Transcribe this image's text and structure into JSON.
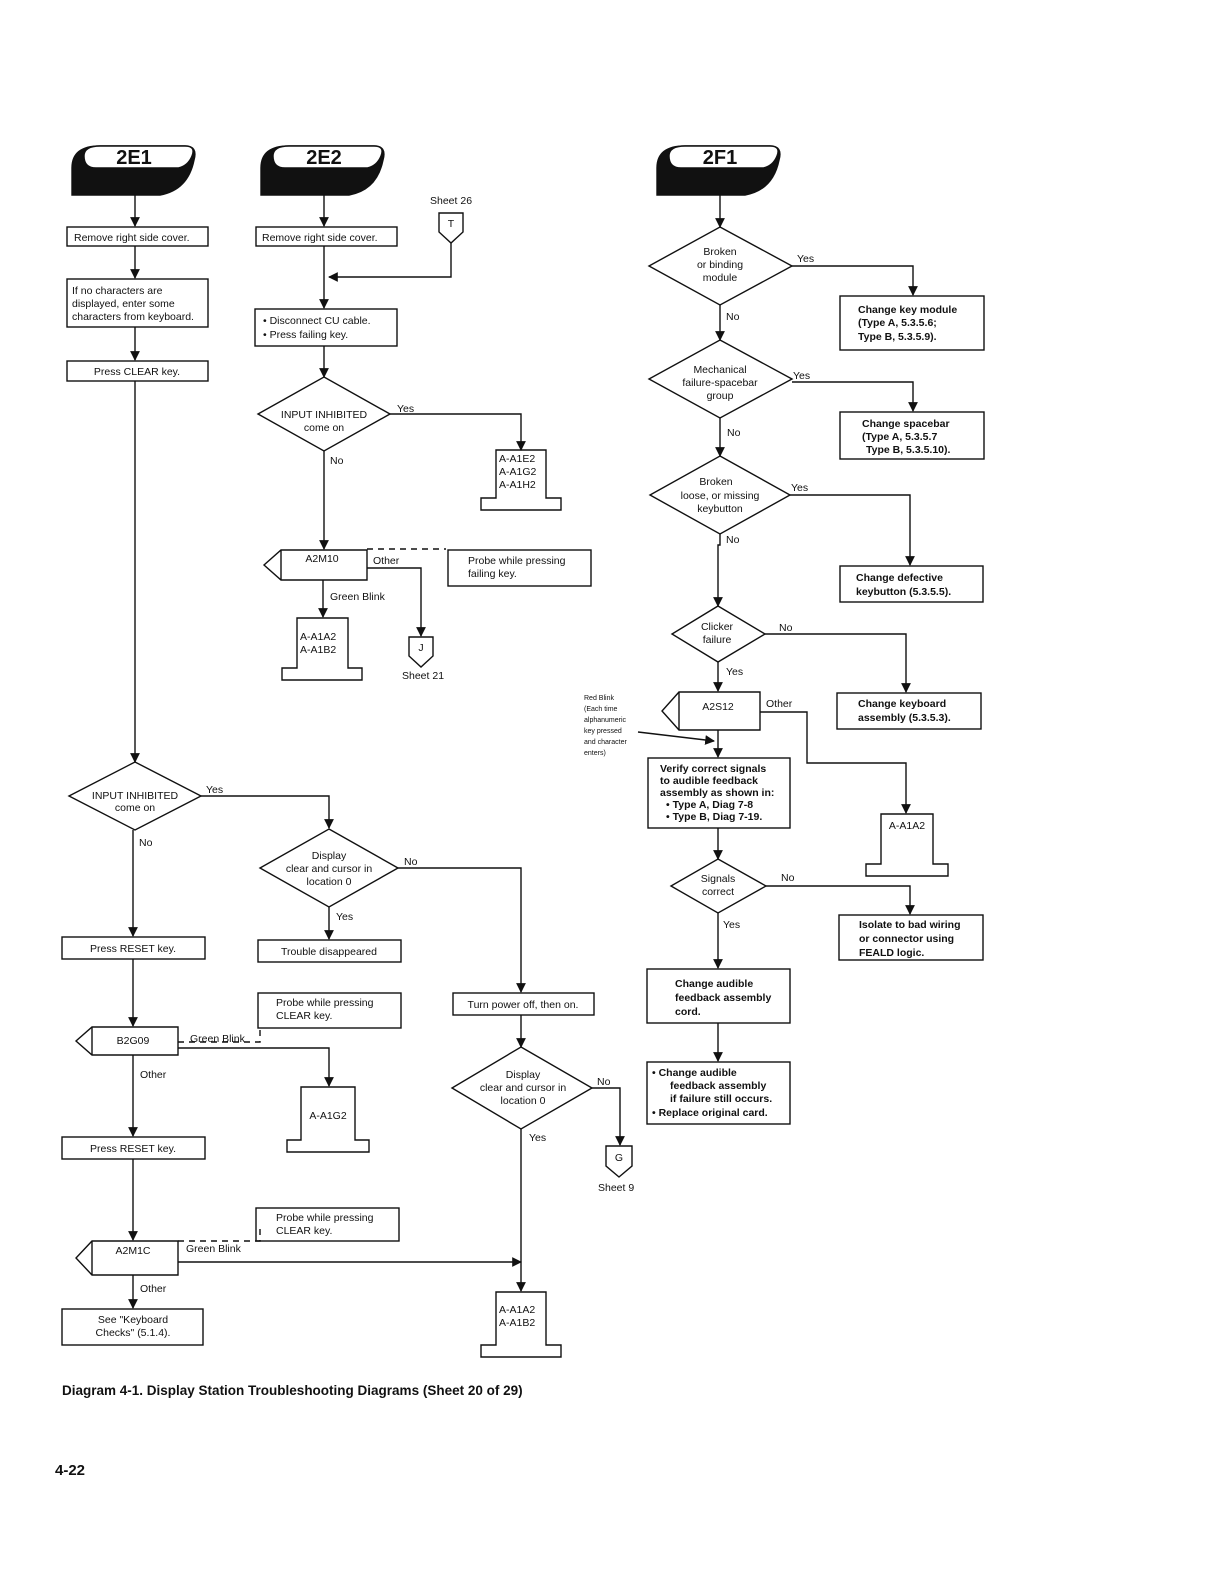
{
  "headers": {
    "h2e1": "2E1",
    "h2e2": "2E2",
    "h2f1": "2F1"
  },
  "col1": {
    "remove_cover": "Remove right side cover.",
    "no_chars": [
      "If no characters are",
      "displayed, enter some",
      "characters from keyboard."
    ],
    "press_clear": "Press CLEAR key.",
    "dec_inhibited": [
      "INPUT INHIBITED",
      "come on"
    ],
    "yes": "Yes",
    "no": "No",
    "press_reset_1": "Press RESET key.",
    "b2g09": "B2G09",
    "green_blink_1": "Green Blink",
    "other_1": "Other",
    "press_reset_2": "Press RESET key.",
    "a2m1": "A2M1C",
    "green_blink_2": "Green Blink",
    "other_2": "Other",
    "see_keyboard": [
      "See \"Keyboard",
      "Checks\" (5.1.4)."
    ]
  },
  "col2": {
    "remove_cover": "Remove right side cover.",
    "sheet26": "Sheet 26",
    "conn_t": "T",
    "disconnect": [
      "Disconnect CU cable.",
      "Press failing key."
    ],
    "dec_inhibited": [
      "INPUT INHIBITED",
      "come on"
    ],
    "yes": "Yes",
    "no": "No",
    "a2m10": "A2M10",
    "other": "Other",
    "probe_failing": [
      "Probe while pressing",
      "failing key."
    ],
    "green_blink": "Green Blink",
    "ab_box": [
      "A-A1A2",
      "A-A1B2"
    ],
    "a_box": [
      "A-A1E2",
      "A-A1G2",
      "A-A1H2"
    ],
    "conn_j": "J",
    "sheet21": "Sheet 21",
    "dec_display": [
      "Display",
      "clear and cursor in",
      "location 0"
    ],
    "no_2": "No",
    "yes_2": "Yes",
    "trouble": "Trouble disappeared",
    "probe_clear_1": [
      "Probe while pressing",
      "CLEAR key."
    ],
    "a1g2": "A-A1G2",
    "probe_clear_2": [
      "Probe while pressing",
      "CLEAR key."
    ]
  },
  "col3": {
    "turn_power": "Turn power off, then on.",
    "dec_display": [
      "Display",
      "clear and cursor in",
      "location 0"
    ],
    "no": "No",
    "yes": "Yes",
    "conn_g": "G",
    "sheet9": "Sheet 9",
    "ab_box": [
      "A-A1A2",
      "A-A1B2"
    ]
  },
  "col4": {
    "dec_broken": [
      "Broken",
      "or binding",
      "module"
    ],
    "change_key": [
      "Change key module",
      "(Type A, 5.3.5.6;",
      "Type B, 5.3.5.9)."
    ],
    "dec_mech": [
      "Mechanical",
      "failure-spacebar",
      "group"
    ],
    "change_space": [
      "Change spacebar",
      "(Type A, 5.3.5.7",
      "Type B, 5.3.5.10)."
    ],
    "dec_keybutton": [
      "Broken",
      "loose, or missing",
      "keybutton"
    ],
    "change_keybutton": [
      "Change defective",
      "keybutton (5.3.5.5)."
    ],
    "dec_clicker": [
      "Clicker",
      "failure"
    ],
    "change_keyboard": [
      "Change keyboard",
      "assembly (5.3.5.3)."
    ],
    "red_blink": [
      "Red Blink",
      "(Each time",
      "alphanumeric",
      "key pressed",
      "and character",
      "enters)"
    ],
    "a2s12": "A2S12",
    "other": "Other",
    "verify": [
      "Verify correct signals",
      "to audible feedback",
      "assembly as shown in:",
      "Type A, Diag 7-8",
      "Type B, Diag 7-19."
    ],
    "a1a2": "A-A1A2",
    "dec_signals": [
      "Signals",
      "correct"
    ],
    "isolate": [
      "Isolate to bad wiring",
      "or connector using",
      "FEALD logic."
    ],
    "change_cord": [
      "Change audible",
      "feedback assembly",
      "cord."
    ],
    "change_assembly": [
      "Change audible",
      "feedback assembly",
      "if failure still occurs.",
      "Replace original card."
    ],
    "yes": "Yes",
    "no": "No"
  },
  "caption": "Diagram 4-1. Display Station Troubleshooting Diagrams (Sheet 20 of 29)",
  "page_number": "4-22"
}
